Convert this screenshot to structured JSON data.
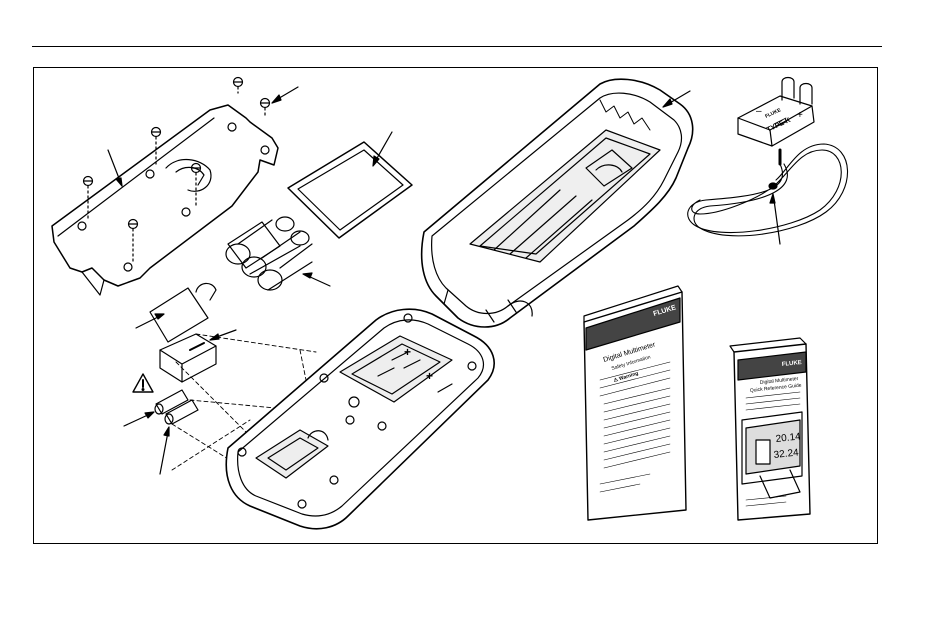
{
  "probe": {
    "connector_label": "TYPE K",
    "brand": "FLUKE",
    "minus": "–",
    "plus": "+"
  },
  "safety_book": {
    "brand": "FLUKE",
    "title": "Digital Multimeter",
    "subtitle": "Safety Information",
    "warning_heading": "⚠ Warning"
  },
  "quick_ref": {
    "brand": "FLUKE",
    "title": "Digital Multimeter",
    "subtitle": "Quick Reference Guide",
    "display_top": "20.14",
    "display_bottom": "32.24"
  },
  "colors": {
    "line": "#000000",
    "background": "#ffffff",
    "shade": "#d9d9d9"
  }
}
